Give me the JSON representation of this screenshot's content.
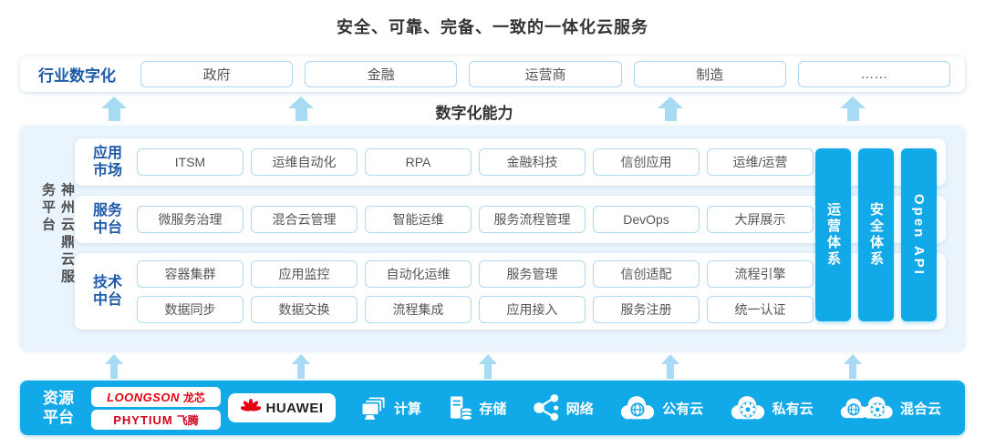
{
  "title": "安全、可靠、完备、一致的一体化云服务",
  "industry_row": {
    "label": "行业数字化",
    "items": [
      "政府",
      "金融",
      "运营商",
      "制造",
      "……"
    ]
  },
  "capability_label": "数字化能力",
  "platform": {
    "side_label": "神州云鼎云服务平台",
    "rows": [
      {
        "label": "应用市场",
        "items": [
          "ITSM",
          "运维自动化",
          "RPA",
          "金融科技",
          "信创应用",
          "运维/运营"
        ]
      },
      {
        "label": "服务中台",
        "items": [
          "微服务治理",
          "混合云管理",
          "智能运维",
          "服务流程管理",
          "DevOps",
          "大屏展示"
        ]
      },
      {
        "label": "技术中台",
        "items_top": [
          "容器集群",
          "应用监控",
          "自动化运维",
          "服务管理",
          "信创适配",
          "流程引擎"
        ],
        "items_bottom": [
          "数据同步",
          "数据交换",
          "流程集成",
          "应用接入",
          "服务注册",
          "统一认证"
        ]
      }
    ],
    "vertical_bars": [
      "运营体系",
      "安全体系",
      "Open API"
    ]
  },
  "resource_platform": {
    "label": "资源平台",
    "vendors": {
      "loongson": {
        "en": "LOONGSON",
        "zh": "龙芯"
      },
      "phytium": {
        "en": "PHYTIUM",
        "zh": "飞腾"
      },
      "huawei": "HUAWEI"
    },
    "resources": [
      "计算",
      "存储",
      "网络",
      "公有云",
      "私有云",
      "混合云"
    ]
  },
  "colors": {
    "brand_blue": "#12A9E9",
    "arrow_blue": "#A7DBF4",
    "label_blue": "#1E5AA9",
    "panel_bg": "#E9F4FC",
    "vendor_red": "#E60012"
  }
}
